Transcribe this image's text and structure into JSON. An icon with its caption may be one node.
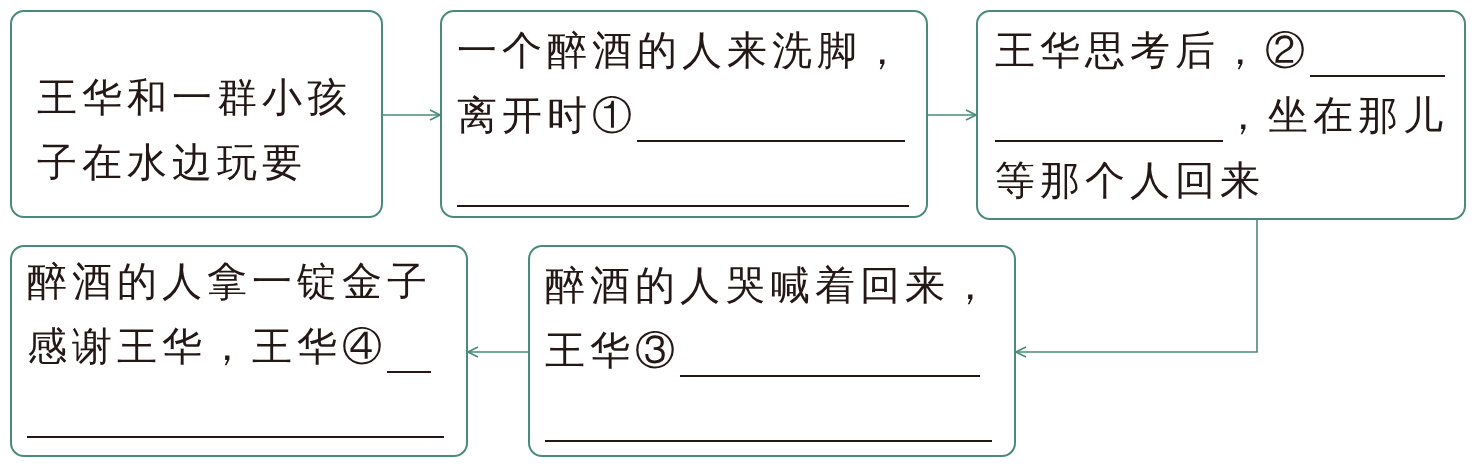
{
  "diagram": {
    "nodes": [
      {
        "text": [
          "王华和一群小孩子在水边玩要"
        ]
      },
      {
        "text": [
          "一个醉酒的人来洗脚，离开时①"
        ]
      },
      {
        "text": [
          "王华思考后，②",
          "，坐在那儿",
          "等那个人回来"
        ]
      },
      {
        "text": [
          "醉酒的人哭喊着回来，王华③"
        ]
      },
      {
        "text": [
          "醉酒的人拿一锭金子感谢王华，王华④"
        ]
      }
    ],
    "edges": [
      {
        "from": 0,
        "to": 1,
        "arrow": "to"
      },
      {
        "from": 1,
        "to": 2,
        "arrow": "to"
      },
      {
        "from": 2,
        "to": 3,
        "arrow": "to"
      },
      {
        "from": 3,
        "to": 4,
        "arrow": "to"
      }
    ]
  }
}
